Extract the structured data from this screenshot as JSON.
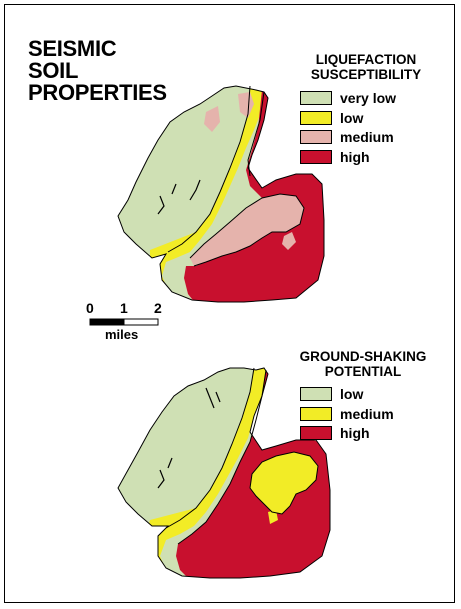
{
  "title": {
    "line1": "SEISMIC",
    "line2": "SOIL",
    "line3": "PROPERTIES"
  },
  "colors": {
    "very_low": "#cfe0b4",
    "low": "#f2ec26",
    "medium": "#e5b3ac",
    "high": "#c8102e",
    "outline": "#000000"
  },
  "liquefaction": {
    "title_line1": "LIQUEFACTION",
    "title_line2": "SUSCEPTIBILITY",
    "legend": [
      {
        "label": "very low",
        "color": "#cfe0b4"
      },
      {
        "label": "low",
        "color": "#f2ec26"
      },
      {
        "label": "medium",
        "color": "#e5b3ac"
      },
      {
        "label": "high",
        "color": "#c8102e"
      }
    ]
  },
  "shaking": {
    "title_line1": "GROUND-SHAKING",
    "title_line2": "POTENTIAL",
    "legend": [
      {
        "label": "low",
        "color": "#cfe0b4"
      },
      {
        "label": "medium",
        "color": "#f2ec26"
      },
      {
        "label": "high",
        "color": "#c8102e"
      }
    ]
  },
  "scale_bar": {
    "ticks": [
      "0",
      "1",
      "2"
    ],
    "unit": "miles"
  }
}
